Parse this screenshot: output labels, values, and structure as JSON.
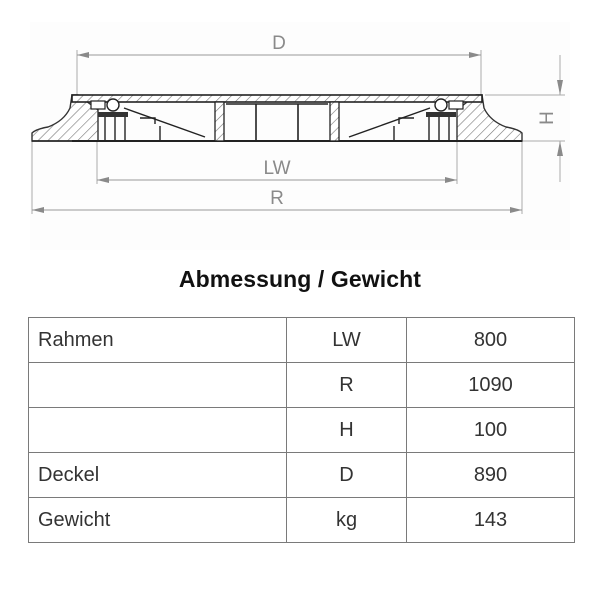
{
  "drawing": {
    "labels": {
      "D": "D",
      "H": "H",
      "LW": "LW",
      "R": "R"
    }
  },
  "table": {
    "title": "Abmessung / Gewicht",
    "rows": [
      {
        "part": "Rahmen",
        "symbol": "LW",
        "value": "800"
      },
      {
        "part": "",
        "symbol": "R",
        "value": "1090"
      },
      {
        "part": "",
        "symbol": "H",
        "value": "100"
      },
      {
        "part": "Deckel",
        "symbol": "D",
        "value": "890"
      },
      {
        "part": "Gewicht",
        "symbol": "kg",
        "value": "143"
      }
    ]
  }
}
